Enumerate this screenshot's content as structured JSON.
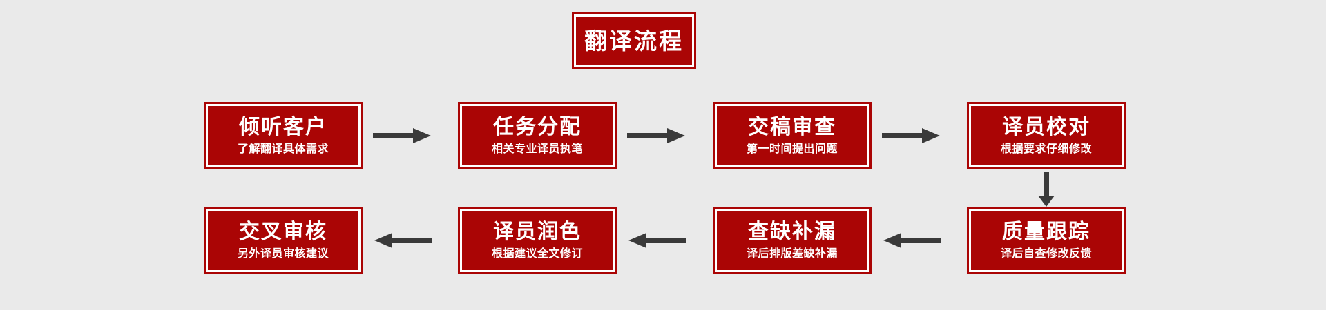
{
  "diagram": {
    "title_box": {
      "label": "翻译流程"
    },
    "colors": {
      "background": "#eaeaea",
      "box_fill": "#aa0505",
      "box_border": "#aa0505",
      "box_gap": "#ffffff",
      "text": "#ffffff",
      "arrow": "#3a3a3a"
    },
    "row1": [
      {
        "title": "倾听客户",
        "subtitle": "了解翻译具体需求"
      },
      {
        "title": "任务分配",
        "subtitle": "相关专业译员执笔"
      },
      {
        "title": "交稿审查",
        "subtitle": "第一时间提出问题"
      },
      {
        "title": "译员校对",
        "subtitle": "根据要求仔细修改"
      }
    ],
    "row2": [
      {
        "title": "交叉审核",
        "subtitle": "另外译员审核建议"
      },
      {
        "title": "译员润色",
        "subtitle": "根据建议全文修订"
      },
      {
        "title": "查缺补漏",
        "subtitle": "译后排版差缺补漏"
      },
      {
        "title": "质量跟踪",
        "subtitle": "译后自查修改反馈"
      }
    ],
    "arrows": [
      {
        "name": "arrow-right-1",
        "direction": "right"
      },
      {
        "name": "arrow-right-2",
        "direction": "right"
      },
      {
        "name": "arrow-right-3",
        "direction": "right"
      },
      {
        "name": "arrow-down-1",
        "direction": "down"
      },
      {
        "name": "arrow-left-1",
        "direction": "left"
      },
      {
        "name": "arrow-left-2",
        "direction": "left"
      },
      {
        "name": "arrow-left-3",
        "direction": "left"
      }
    ]
  }
}
